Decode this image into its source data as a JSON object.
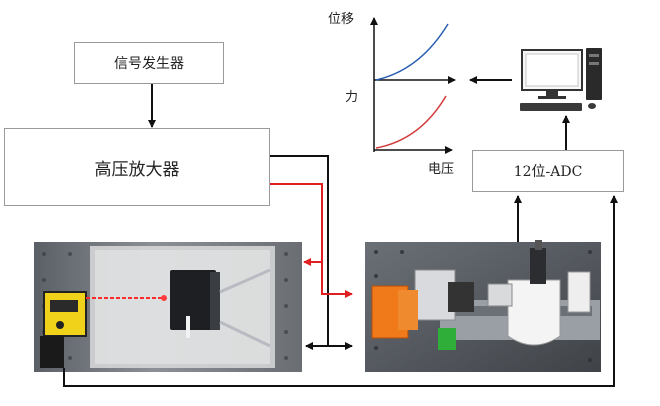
{
  "blocks": {
    "signal_generator": "信号发生器",
    "hv_amplifier": "高压放大器",
    "adc": "12位-ADC"
  },
  "plot": {
    "displacement_label": "位移",
    "force_label": "力",
    "voltage_label": "电压"
  },
  "colors": {
    "wire_red": "#e02020",
    "wire_black": "#111111",
    "curve_blue": "#2a5fb0",
    "curve_red": "#d23a3a",
    "box_border": "#9a9a9a"
  },
  "icons": [
    "computer-icon",
    "laser-sensor-icon",
    "actuator-photo",
    "force-sensor-photo"
  ]
}
